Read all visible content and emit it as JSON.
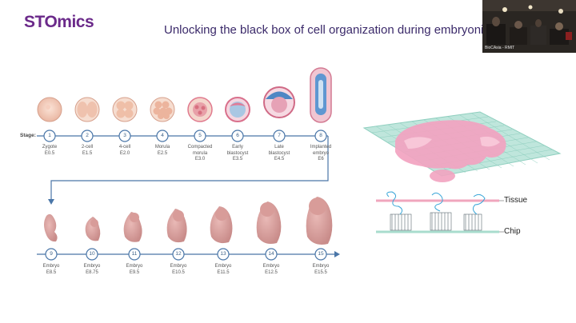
{
  "header": {
    "logo": "STOmics",
    "title": "Unlocking the black box of cell organization during embryoni"
  },
  "video": {
    "label": "BioCAsia - RMIT"
  },
  "timeline": {
    "stage_label": "Stage:",
    "top_row": [
      {
        "num": "1",
        "name": "Zygote",
        "day": "E0.5"
      },
      {
        "num": "2",
        "name": "2-cell",
        "day": "E1.5"
      },
      {
        "num": "3",
        "name": "4-cell",
        "day": "E2.0"
      },
      {
        "num": "4",
        "name": "Morula",
        "day": "E2.5"
      },
      {
        "num": "5",
        "name": "Compacted morula",
        "day": "E3.0"
      },
      {
        "num": "6",
        "name": "Early blastocyst",
        "day": "E3.5"
      },
      {
        "num": "7",
        "name": "Late blastocyst",
        "day": "E4.5"
      },
      {
        "num": "8",
        "name": "Implanted embryo",
        "day": "E6"
      }
    ],
    "bottom_row": [
      {
        "num": "9",
        "name": "Embryo",
        "day": "E8.5"
      },
      {
        "num": "10",
        "name": "Embryo",
        "day": "E8.75"
      },
      {
        "num": "11",
        "name": "Embryo",
        "day": "E9.5"
      },
      {
        "num": "12",
        "name": "Embryo",
        "day": "E10.5"
      },
      {
        "num": "13",
        "name": "Embryo",
        "day": "E11.5"
      },
      {
        "num": "14",
        "name": "Embryo",
        "day": "E12.5"
      },
      {
        "num": "15",
        "name": "Embryo",
        "day": "E15.5"
      }
    ]
  },
  "diagram": {
    "tissue_label": "Tissue",
    "chip_label": "Chip"
  },
  "colors": {
    "brand": "#6b2a8a",
    "title": "#3b2a6a",
    "timeline": "#4a76a8",
    "embryo": "#d9a2a0",
    "tissue": "#ef8fb1",
    "chip": "#9fd6c8"
  }
}
